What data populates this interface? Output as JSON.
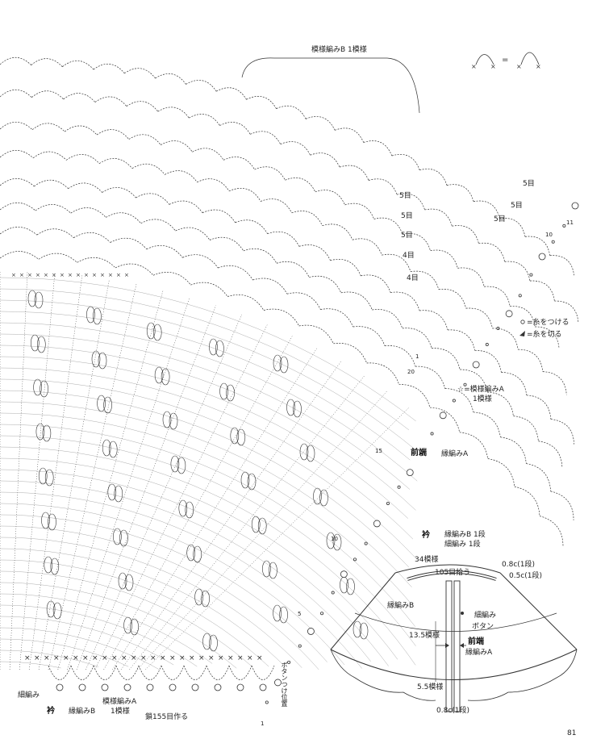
{
  "page_number": "81",
  "pattern_repeat_label": "模様編みB 1模様",
  "legend": {
    "join_yarn": "=糸をつける",
    "cut_yarn": "=糸を切る",
    "equals": "="
  },
  "star_note": {
    "line1": "☆=模様編みA",
    "line2": "1模様"
  },
  "front_edge": {
    "title": "前端",
    "subtitle": "縁編みA"
  },
  "bottom_labels": {
    "single_crochet": "細編み",
    "collar": "衿",
    "edging_b": "縁編みB",
    "pattern_a_line1": "模様編みA",
    "pattern_a_line2": "1模様",
    "chain_155": "鎖155目作る",
    "button_position": "ボタンつけ位置"
  },
  "row_counts": [
    "5目",
    "5目",
    "5目",
    "5目",
    "5目",
    "5目",
    "4目",
    "4目"
  ],
  "row_numbers": [
    "11",
    "10",
    "1",
    "20",
    "15",
    "10",
    "5",
    "1"
  ],
  "schematic": {
    "collar_title": "衿",
    "collar_line1": "縁編みB 1段",
    "collar_line2": "細編み 1段",
    "pattern_count_34": "34模様",
    "pick_105": "105目拾う",
    "dim_08_top": "0.8c(1段)",
    "dim_05": "0.5c(1段)",
    "edging_b": "縁編みB",
    "single_crochet": "細編み",
    "button": "ボタン",
    "dim_135": "13.5模様",
    "front_edge": "前端",
    "edging_a": "縁編みA",
    "dim_55": "5.5模様",
    "dim_08_bottom": "0.8c(1段)"
  }
}
